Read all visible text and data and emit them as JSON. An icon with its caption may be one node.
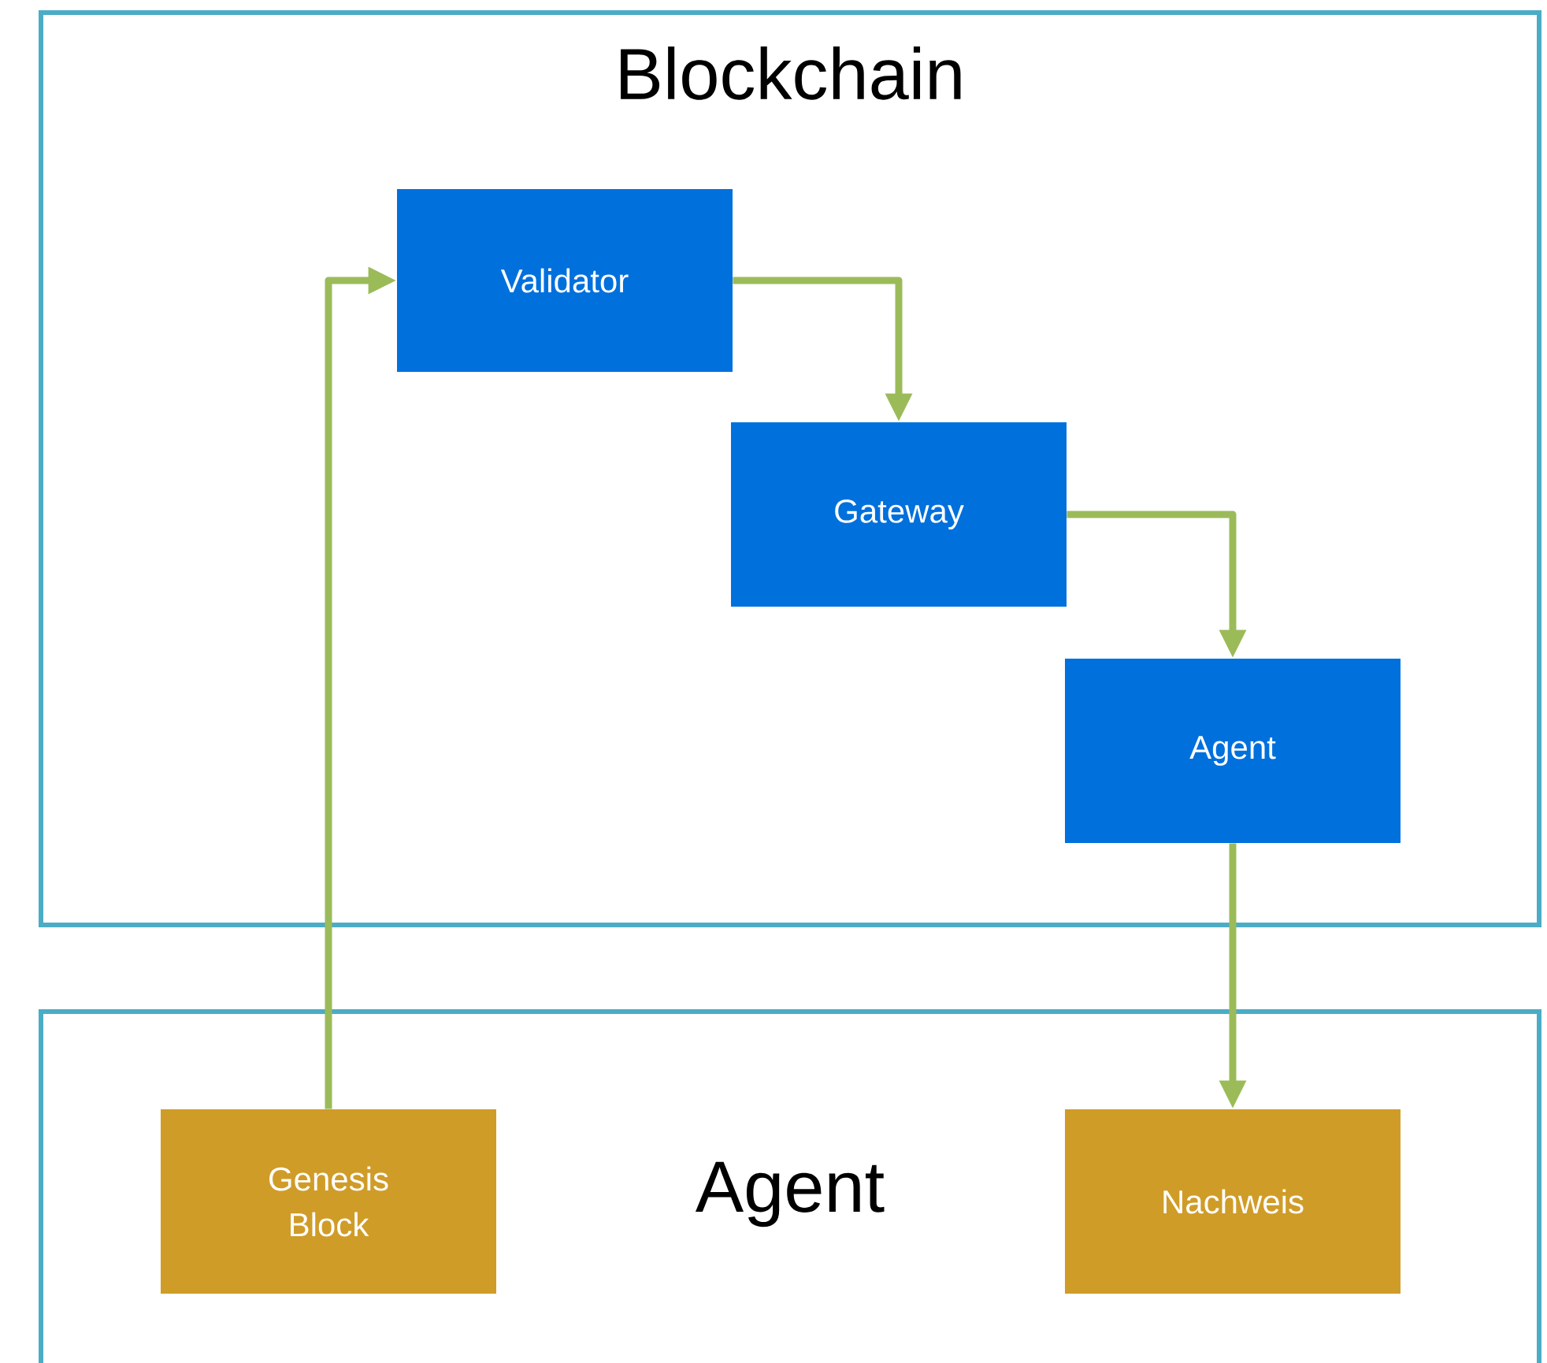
{
  "diagram": {
    "nodes": [
      {
        "text": [
          "Blockchain"
        ]
      },
      {
        "text": [
          "Validator"
        ],
        "in": 0
      },
      {
        "text": [
          "Gateway"
        ],
        "in": 0
      },
      {
        "text": [
          "Agent"
        ],
        "in": 0
      },
      {
        "text": [
          "Agent"
        ]
      },
      {
        "text": [
          "Genesis Block"
        ],
        "in": 4
      },
      {
        "text": [
          "Nachweis"
        ],
        "in": 4
      }
    ],
    "edges": [
      {
        "from": 5,
        "to": 1,
        "arrow": "to"
      },
      {
        "from": 1,
        "to": 2,
        "arrow": "to"
      },
      {
        "from": 2,
        "to": 3,
        "arrow": "to"
      },
      {
        "from": 3,
        "to": 6,
        "arrow": "to"
      }
    ]
  }
}
